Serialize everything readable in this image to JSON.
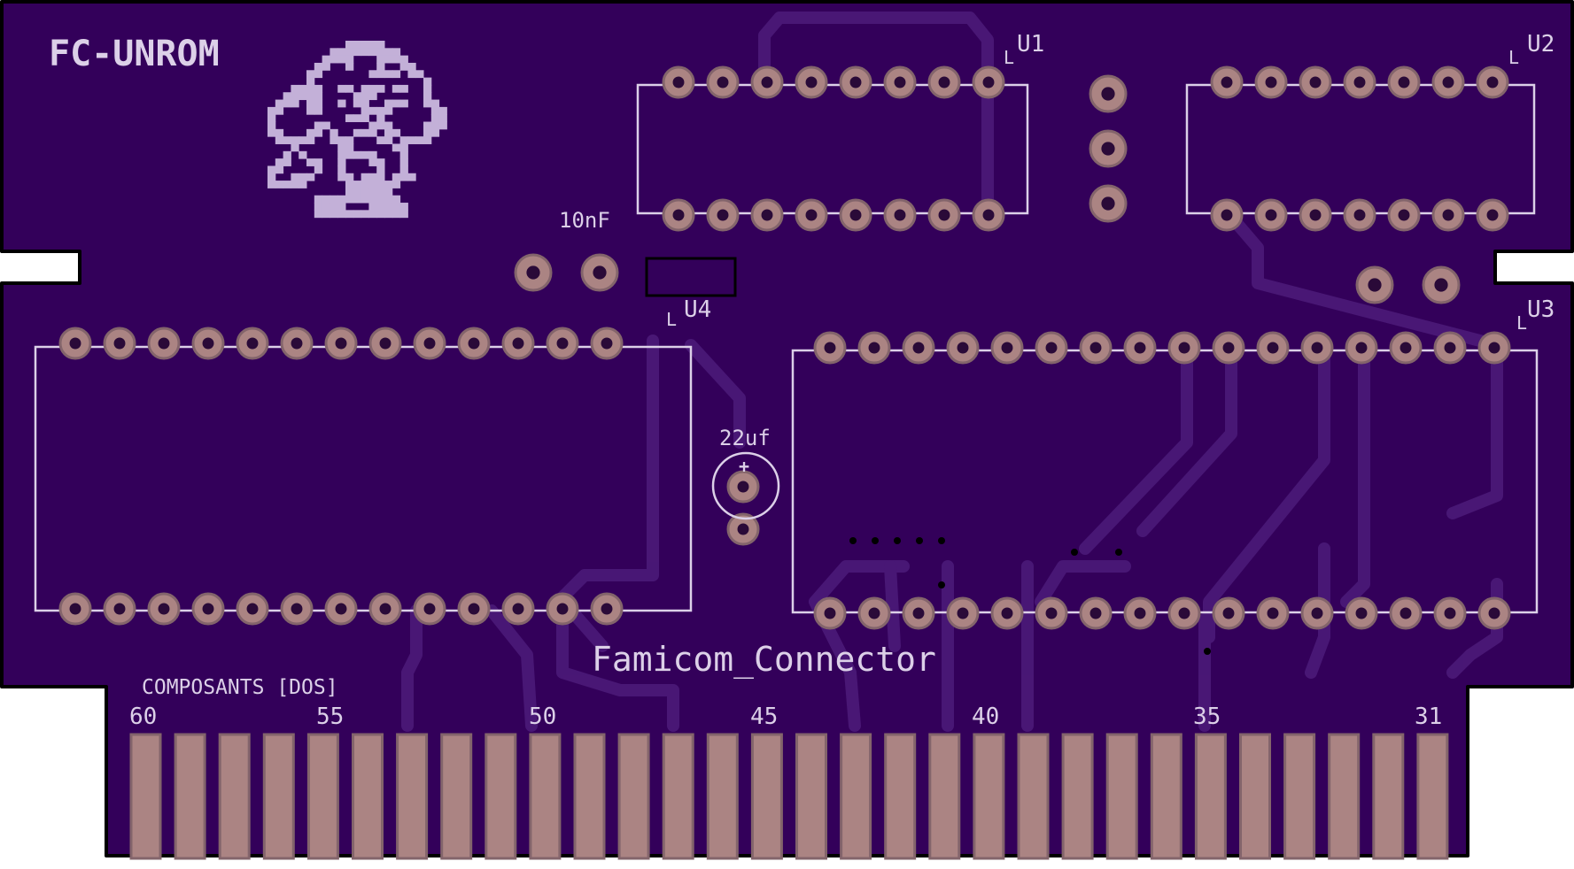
{
  "board": {
    "title": "FC-UNROM",
    "connector_label": "Famicom_Connector",
    "components_label": "COMPOSANTS [DOS]",
    "cap_small_label": "10nF",
    "cap_elec_label": "22uf",
    "cap_elec_plus": "+",
    "ref_u1": "U1",
    "ref_u2": "U2",
    "ref_u3": "U3",
    "ref_u4": "U4",
    "pin1_mark": "L",
    "pin_labels": [
      "60",
      "55",
      "50",
      "45",
      "40",
      "35",
      "31"
    ],
    "finger_count": 30
  },
  "colors": {
    "board": "#33005a",
    "outline": "#000000",
    "trace": "#4b1a78",
    "silk": "#dcd0e8",
    "pad": "#ab8483",
    "pad_ring": "#83646b",
    "drill": "#2a0a38",
    "mascot": "#c3b0d8"
  },
  "icons": {
    "mascot": "mega-man-pixel-logo"
  }
}
